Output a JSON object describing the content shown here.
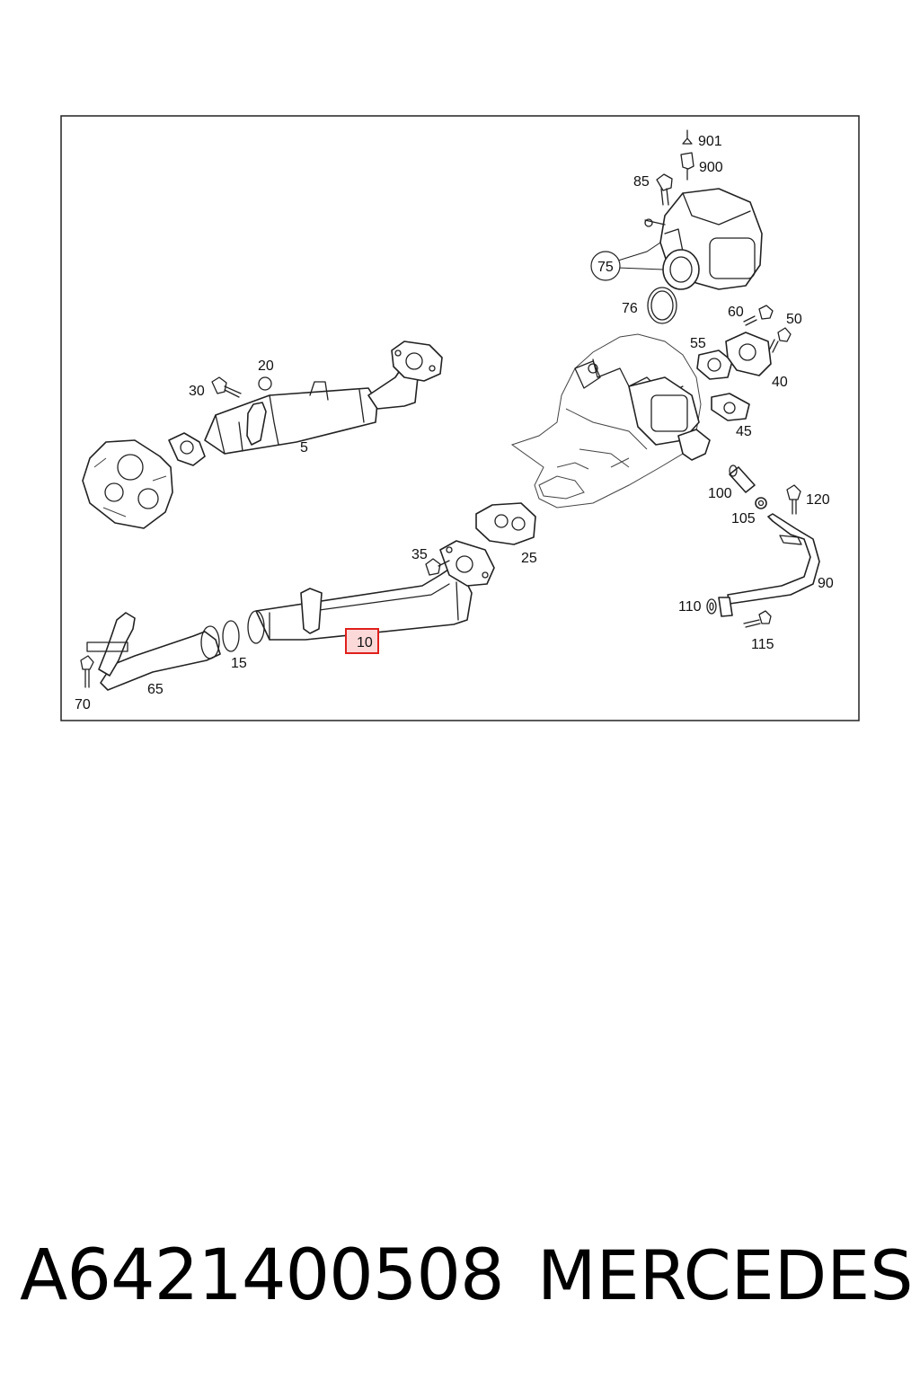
{
  "diagram": {
    "callouts": {
      "c5": "5",
      "c10": "10",
      "c15": "15",
      "c20": "20",
      "c25": "25",
      "c30": "30",
      "c35": "35",
      "c40": "40",
      "c45": "45",
      "c50": "50",
      "c55": "55",
      "c60": "60",
      "c65": "65",
      "c70": "70",
      "c75": "75",
      "c76": "76",
      "c85": "85",
      "c90": "90",
      "c100": "100",
      "c105": "105",
      "c110": "110",
      "c115": "115",
      "c120": "120",
      "c900": "900",
      "c901": "901"
    },
    "highlighted_callout": "10",
    "highlight_color": "#e0201c",
    "highlight_fill": "#fbd9d9"
  },
  "footer": {
    "part_number": "A6421400508",
    "brand": "MERCEDES"
  }
}
